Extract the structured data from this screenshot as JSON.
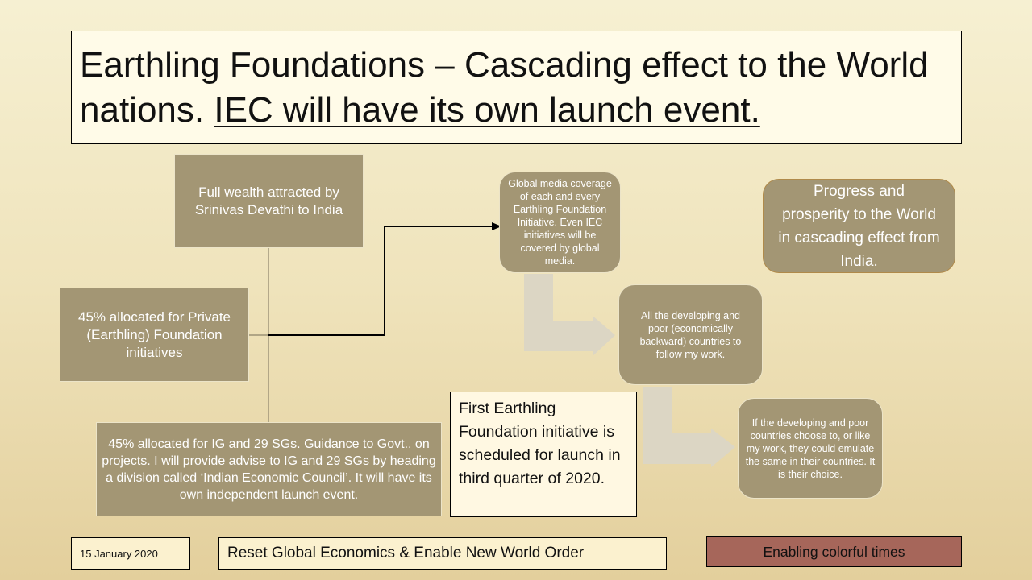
{
  "title": {
    "part1": "Earthling Foundations – Cascading effect to the World nations.",
    "part2": "IEC will have its own launch event."
  },
  "boxes": {
    "wealth": "Full wealth attracted by Srinivas Devathi to India",
    "private": "45% allocated for Private (Earthling) Foundation initiatives",
    "govt": "45% allocated for IG and 29 SGs. Guidance to Govt., on projects. I will provide advise to IG and 29 SGs by heading a division called ‘Indian Economic Council’. It will have its own independent launch event.",
    "media": "Global media coverage of each and every Earthling Foundation Initiative. Even IEC initiatives will be covered by global media.",
    "developing": "All the developing and poor (economically backward) countries to follow my work.",
    "choice": "If the developing and poor countries choose to, or like my work, they could emulate the same in their countries. It is their choice.",
    "progress": "Progress and prosperity to the World in cascading effect from India.",
    "first_initiative": "First Earthling Foundation initiative is scheduled for launch in third quarter of 2020."
  },
  "footer": {
    "date": "15 January 2020",
    "tagline": "Reset Global Economics & Enable New World Order",
    "colorful": "Enabling colorful times"
  },
  "colors": {
    "box_fill": "#a39674",
    "accent_box": "#a6665a",
    "arrow_fill": "#dcd6c4"
  }
}
